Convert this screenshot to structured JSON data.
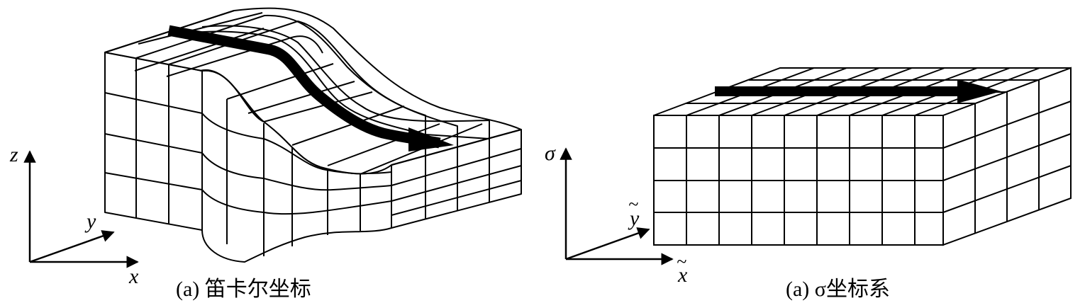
{
  "left_panel": {
    "caption": "(a) 笛卡尔坐标",
    "axes": {
      "z": "z",
      "y": "y",
      "x": "x"
    }
  },
  "right_panel": {
    "caption": "(a) σ坐标系",
    "axes": {
      "sigma": "σ",
      "y": "y",
      "x": "x",
      "tilde": "~"
    }
  },
  "colors": {
    "ink": "#000000",
    "background": "#ffffff"
  }
}
